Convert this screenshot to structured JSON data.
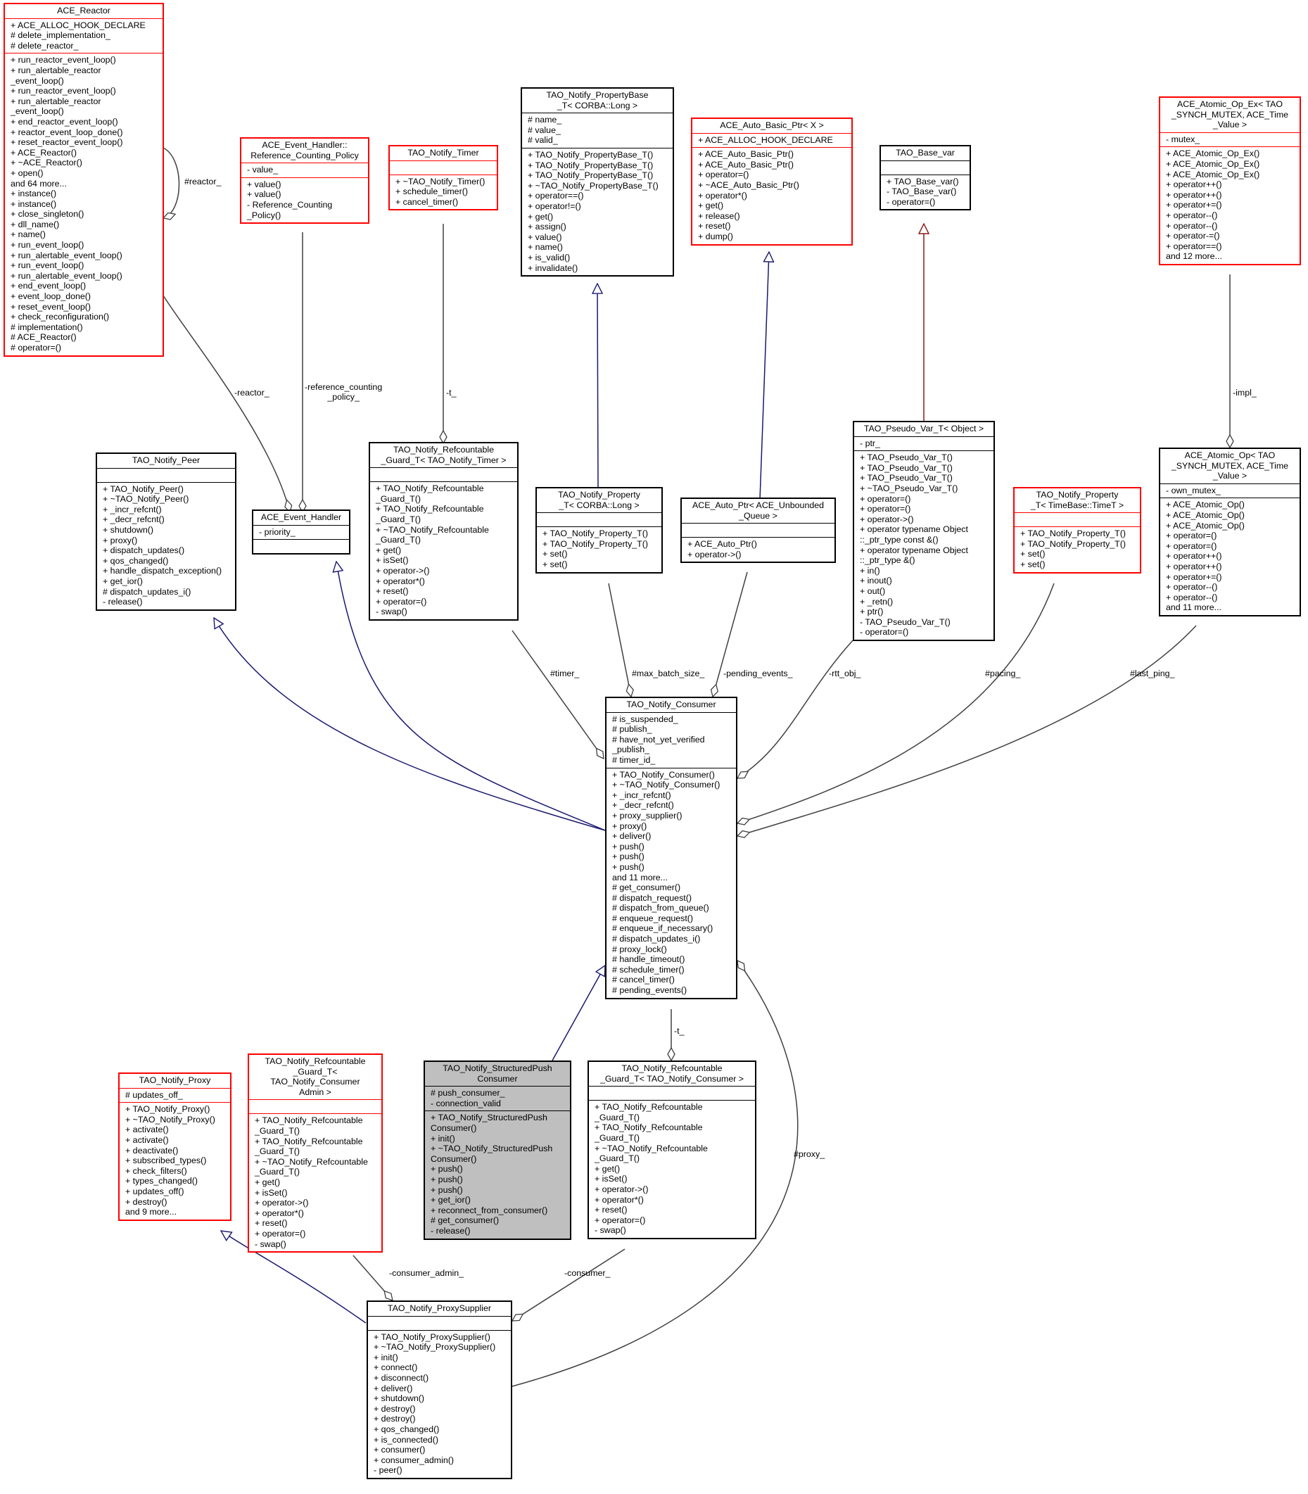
{
  "nodes": {
    "reactor": {
      "title": "ACE_Reactor",
      "attrs": "+ ACE_ALLOC_HOOK_DECLARE\n# delete_implementation_\n# delete_reactor_",
      "ops": "+ run_reactor_event_loop()\n+ run_alertable_reactor\n_event_loop()\n+ run_reactor_event_loop()\n+ run_alertable_reactor\n_event_loop()\n+ end_reactor_event_loop()\n+ reactor_event_loop_done()\n+ reset_reactor_event_loop()\n+ ACE_Reactor()\n+ ~ACE_Reactor()\n+ open()\nand 64 more...\n+ instance()\n+ instance()\n+ close_singleton()\n+ dll_name()\n+ name()\n+ run_event_loop()\n+ run_alertable_event_loop()\n+ run_event_loop()\n+ run_alertable_event_loop()\n+ end_event_loop()\n+ event_loop_done()\n+ reset_event_loop()\n+ check_reconfiguration()\n# implementation()\n# ACE_Reactor()\n# operator=()"
    },
    "refpolicy": {
      "title": "ACE_Event_Handler::\nReference_Counting_Policy",
      "attrs": "- value_",
      "ops": "+ value()\n+ value()\n- Reference_Counting\n_Policy()"
    },
    "timer": {
      "title": "TAO_Notify_Timer",
      "attrs": "",
      "ops": "+ ~TAO_Notify_Timer()\n+ schedule_timer()\n+ cancel_timer()"
    },
    "propbase": {
      "title": "TAO_Notify_PropertyBase\n_T< CORBA::Long >",
      "attrs": "# name_\n# value_\n# valid_",
      "ops": "+ TAO_Notify_PropertyBase_T()\n+ TAO_Notify_PropertyBase_T()\n+ TAO_Notify_PropertyBase_T()\n+ ~TAO_Notify_PropertyBase_T()\n+ operator==()\n+ operator!=()\n+ get()\n+ assign()\n+ value()\n+ name()\n+ is_valid()\n+ invalidate()"
    },
    "autobasic": {
      "title": "ACE_Auto_Basic_Ptr< X >",
      "attrs": "+ ACE_ALLOC_HOOK_DECLARE",
      "ops": "+ ACE_Auto_Basic_Ptr()\n+ ACE_Auto_Basic_Ptr()\n+ operator=()\n+ ~ACE_Auto_Basic_Ptr()\n+ operator*()\n+ get()\n+ release()\n+ reset()\n+ dump()"
    },
    "basevar": {
      "title": "TAO_Base_var",
      "attrs": "",
      "ops": "+ TAO_Base_var()\n- TAO_Base_var()\n- operator=()"
    },
    "atomicex": {
      "title": "ACE_Atomic_Op_Ex< TAO\n_SYNCH_MUTEX, ACE_Time\n_Value >",
      "attrs": "- mutex_",
      "ops": "+ ACE_Atomic_Op_Ex()\n+ ACE_Atomic_Op_Ex()\n+ ACE_Atomic_Op_Ex()\n+ operator++()\n+ operator++()\n+ operator+=()\n+ operator--()\n+ operator--()\n+ operator-=()\n+ operator==()\nand 12 more..."
    },
    "peer": {
      "title": "TAO_Notify_Peer",
      "attrs": "",
      "ops": "+ TAO_Notify_Peer()\n+ ~TAO_Notify_Peer()\n+ _incr_refcnt()\n+ _decr_refcnt()\n+ shutdown()\n+ proxy()\n+ dispatch_updates()\n+ qos_changed()\n+ handle_dispatch_exception()\n+ get_ior()\n# dispatch_updates_i()\n- release()"
    },
    "eventhandler": {
      "title": "ACE_Event_Handler",
      "attrs": "- priority_",
      "ops": ""
    },
    "refguardtimer": {
      "title": "TAO_Notify_Refcountable\n_Guard_T< TAO_Notify_Timer >",
      "attrs": "",
      "ops": "+ TAO_Notify_Refcountable\n_Guard_T()\n+ TAO_Notify_Refcountable\n_Guard_T()\n+ ~TAO_Notify_Refcountable\n_Guard_T()\n+ get()\n+ isSet()\n+ operator->()\n+ operator*()\n+ reset()\n+ operator=()\n- swap()"
    },
    "proplong": {
      "title": "TAO_Notify_Property\n_T< CORBA::Long >",
      "attrs": "",
      "ops": "+ TAO_Notify_Property_T()\n+ TAO_Notify_Property_T()\n+ set()\n+ set()"
    },
    "autoptr": {
      "title": "ACE_Auto_Ptr< ACE_Unbounded\n_Queue >",
      "attrs": "",
      "ops": "+ ACE_Auto_Ptr()\n+ operator->()"
    },
    "pseudovar": {
      "title": "TAO_Pseudo_Var_T< Object >",
      "attrs": "- ptr_",
      "ops": "+ TAO_Pseudo_Var_T()\n+ TAO_Pseudo_Var_T()\n+ TAO_Pseudo_Var_T()\n+ ~TAO_Pseudo_Var_T()\n+ operator=()\n+ operator=()\n+ operator->()\n+ operator typename Object\n::_ptr_type const &()\n+ operator typename Object\n::_ptr_type &()\n+ in()\n+ inout()\n+ out()\n+ _retn()\n+ ptr()\n- TAO_Pseudo_Var_T()\n- operator=()"
    },
    "proptime": {
      "title": "TAO_Notify_Property\n_T< TimeBase::TimeT >",
      "attrs": "",
      "ops": "+ TAO_Notify_Property_T()\n+ TAO_Notify_Property_T()\n+ set()\n+ set()"
    },
    "atomicop": {
      "title": "ACE_Atomic_Op< TAO\n_SYNCH_MUTEX, ACE_Time\n_Value >",
      "attrs": "- own_mutex_",
      "ops": "+ ACE_Atomic_Op()\n+ ACE_Atomic_Op()\n+ ACE_Atomic_Op()\n+ operator=()\n+ operator=()\n+ operator++()\n+ operator++()\n+ operator+=()\n+ operator--()\n+ operator--()\nand 11 more..."
    },
    "consumer": {
      "title": "TAO_Notify_Consumer",
      "attrs": "# is_suspended_\n# publish_\n# have_not_yet_verified\n_publish_\n# timer_id_",
      "ops": "+ TAO_Notify_Consumer()\n+ ~TAO_Notify_Consumer()\n+ _incr_refcnt()\n+ _decr_refcnt()\n+ proxy_supplier()\n+ proxy()\n+ deliver()\n+ push()\n+ push()\n+ push()\nand 11 more...\n# get_consumer()\n# dispatch_request()\n# dispatch_from_queue()\n# enqueue_request()\n# enqueue_if_necessary()\n# dispatch_updates_i()\n# proxy_lock()\n# handle_timeout()\n# schedule_timer()\n# cancel_timer()\n# pending_events()"
    },
    "proxy": {
      "title": "TAO_Notify_Proxy",
      "attrs": "# updates_off_",
      "ops": "+ TAO_Notify_Proxy()\n+ ~TAO_Notify_Proxy()\n+ activate()\n+ activate()\n+ deactivate()\n+ subscribed_types()\n+ check_filters()\n+ types_changed()\n+ updates_off()\n+ destroy()\nand 9 more..."
    },
    "refguardadmin": {
      "title": "TAO_Notify_Refcountable\n_Guard_T< TAO_Notify_Consumer\nAdmin >",
      "attrs": "",
      "ops": "+ TAO_Notify_Refcountable\n_Guard_T()\n+ TAO_Notify_Refcountable\n_Guard_T()\n+ ~TAO_Notify_Refcountable\n_Guard_T()\n+ get()\n+ isSet()\n+ operator->()\n+ operator*()\n+ reset()\n+ operator=()\n- swap()"
    },
    "structpush": {
      "title": "TAO_Notify_StructuredPush\nConsumer",
      "attrs": "# push_consumer_\n- connection_valid",
      "ops": "+ TAO_Notify_StructuredPush\nConsumer()\n+ init()\n+ ~TAO_Notify_StructuredPush\nConsumer()\n+ push()\n+ push()\n+ push()\n+ get_ior()\n+ reconnect_from_consumer()\n# get_consumer()\n- release()"
    },
    "refguardconsumer": {
      "title": "TAO_Notify_Refcountable\n_Guard_T< TAO_Notify_Consumer >",
      "attrs": "",
      "ops": "+ TAO_Notify_Refcountable\n_Guard_T()\n+ TAO_Notify_Refcountable\n_Guard_T()\n+ ~TAO_Notify_Refcountable\n_Guard_T()\n+ get()\n+ isSet()\n+ operator->()\n+ operator*()\n+ reset()\n+ operator=()\n- swap()"
    },
    "proxysupplier": {
      "title": "TAO_Notify_ProxySupplier",
      "attrs": "",
      "ops": "+ TAO_Notify_ProxySupplier()\n+ ~TAO_Notify_ProxySupplier()\n+ init()\n+ connect()\n+ disconnect()\n+ deliver()\n+ shutdown()\n+ destroy()\n+ destroy()\n+ qos_changed()\n+ is_connected()\n+ consumer()\n+ consumer_admin()\n- peer()"
    }
  },
  "edge_labels": {
    "reactor_self": "#reactor_",
    "reactor": "-reactor_",
    "refpolicy": "-reference_counting\n_policy_",
    "timer_t": "-t_",
    "impl": "-impl_",
    "timer": "#timer_",
    "max_batch": "#max_batch_size_",
    "pending": "-pending_events_",
    "rtt": "-rtt_obj_",
    "pacing": "#pacing_",
    "last_ping": "#last_ping_",
    "consumer_t": "-t_",
    "consumer_admin": "-consumer_admin_",
    "consumer": "-consumer_",
    "proxy": "#proxy_"
  }
}
